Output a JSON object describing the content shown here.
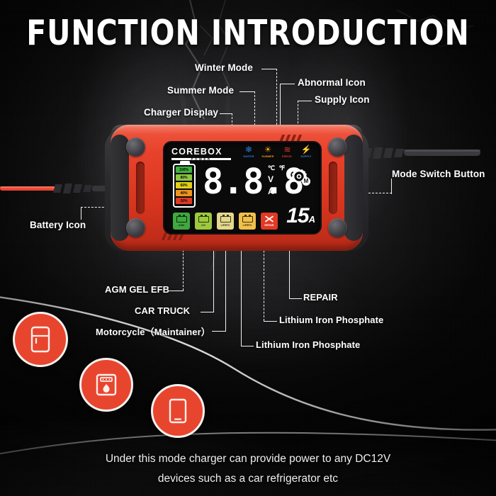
{
  "title": "FUNCTION INTRODUCTION",
  "colors": {
    "accent_red": "#e8452f",
    "shell_red": "#e8422c",
    "label_white": "#ffffff",
    "lcd_black": "#0a0a0b",
    "winter_blue": "#2f7fd8",
    "summer_orange": "#f0a016",
    "abnormal_red": "#e03a24",
    "supply_blue": "#3b86d6"
  },
  "callouts": {
    "winter_mode": "Winter Mode",
    "summer_mode": "Summer Mode",
    "charger_display": "Charger Display",
    "abnormal_icon": "Abnormal Icon",
    "supply_icon": "Supply Icon",
    "mode_switch_button": "Mode Switch Button",
    "battery_icon": "Battery Icon",
    "agm_gel_efb": "AGM GEL EFB",
    "car_truck": "CAR TRUCK",
    "motorcycle": "Motorcycle（Maintainer）",
    "lithium_iron_phosphate_1": "Lithium Iron Phosphate",
    "lithium_iron_phosphate_2": "Lithium Iron Phosphate",
    "repair": "REPAIR"
  },
  "device": {
    "brand_name": "COREBOX",
    "brand_sub": "POWER",
    "display_digits": "8.8.8",
    "unit_celsius": "℃",
    "unit_fahrenheit": "℉",
    "unit_volt": "V",
    "unit_amp": "A",
    "amperage_value": "15",
    "amperage_unit": "A",
    "mode_letter": "M",
    "battery_levels": [
      {
        "label": "100%",
        "color": "#3fb23f"
      },
      {
        "label": "80%",
        "color": "#8cc63f"
      },
      {
        "label": "60%",
        "color": "#e2d019"
      },
      {
        "label": "40%",
        "color": "#f0941e"
      },
      {
        "label": "20%",
        "color": "#e03a24"
      }
    ],
    "status_icons": [
      {
        "name": "winter-snowflake-icon",
        "glyph": "❄",
        "caption": "WINTER",
        "color": "#2f7fd8"
      },
      {
        "name": "summer-sun-icon",
        "glyph": "☀",
        "caption": "SUMMER",
        "color": "#f0a016"
      },
      {
        "name": "abnormal-warning-icon",
        "glyph": "≋",
        "caption": "ERROR",
        "color": "#e03a24"
      },
      {
        "name": "supply-power-icon",
        "glyph": "⚡",
        "caption": "SUPPLY",
        "color": "#3b86d6"
      }
    ],
    "mode_buttons": [
      {
        "name": "mode-agm-gel-efb",
        "caption": "AGM",
        "color": "#3fa83f"
      },
      {
        "name": "mode-car-truck",
        "caption": "12V",
        "color": "#9ec93f"
      },
      {
        "name": "mode-motorcycle",
        "caption": "LIFEPO",
        "color": "#e4d98c"
      },
      {
        "name": "mode-lithium",
        "caption": "LIFEPO",
        "color": "#f0c04a"
      },
      {
        "name": "mode-repair",
        "caption": "REPAIR",
        "color": "#e03a24"
      }
    ]
  },
  "usage_circles": [
    {
      "name": "refrigerator-icon"
    },
    {
      "name": "heater-flame-icon"
    },
    {
      "name": "tablet-device-icon"
    }
  ],
  "caption": {
    "line1": "Under this mode charger can provide power to any DC12V",
    "line2": "devices such as a car refrigerator etc"
  }
}
